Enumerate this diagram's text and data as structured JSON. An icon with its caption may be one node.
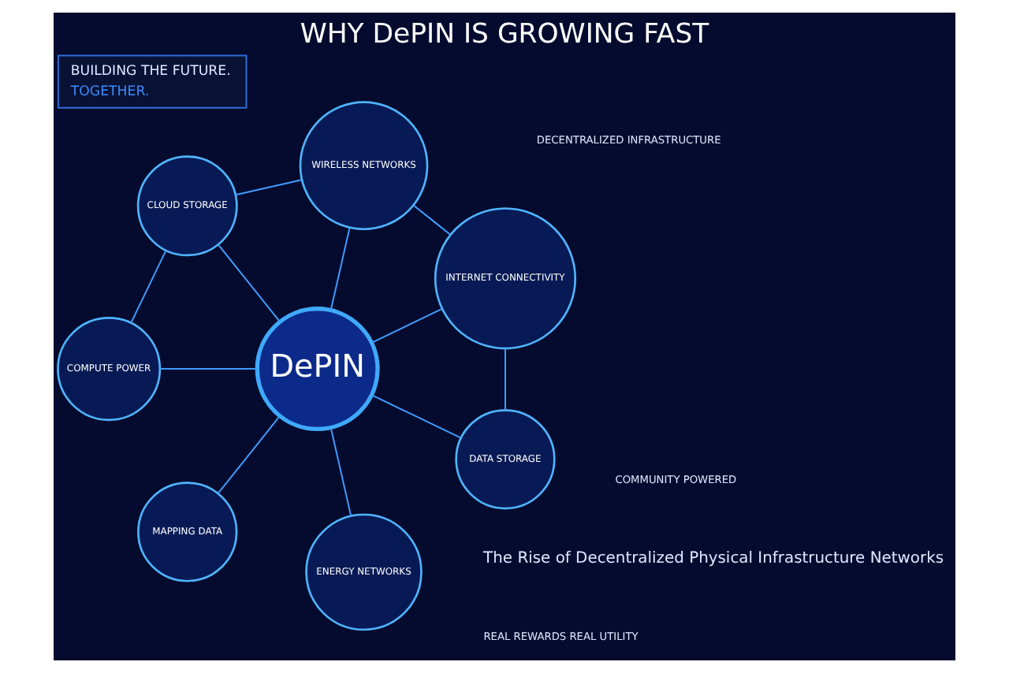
{
  "diagram": {
    "title": "WHY DePIN IS GROWING FAST",
    "nodes": [
      {
        "text": [
          "DePIN"
        ]
      },
      {
        "text": [
          "WIRELESS NETWORKS"
        ]
      },
      {
        "text": [
          "INTERNET CONNECTIVITY"
        ]
      },
      {
        "text": [
          "CLOUD STORAGE"
        ]
      },
      {
        "text": [
          "COMPUTE POWER"
        ]
      },
      {
        "text": [
          "DATA STORAGE"
        ]
      },
      {
        "text": [
          "ENERGY NETWORKS"
        ]
      },
      {
        "text": [
          "MAPPING DATA"
        ]
      },
      {
        "text": [
          "BUILDING THE FUTURE.",
          "TOGETHER."
        ]
      }
    ],
    "edges": [
      {
        "from": 0,
        "to": 2,
        "arrow": "none"
      },
      {
        "from": 0,
        "to": 1,
        "arrow": "none"
      },
      {
        "from": 0,
        "to": 3,
        "arrow": "none"
      },
      {
        "from": 0,
        "to": 4,
        "arrow": "none"
      },
      {
        "from": 0,
        "to": 7,
        "arrow": "none"
      },
      {
        "from": 0,
        "to": 6,
        "arrow": "none"
      },
      {
        "from": 0,
        "to": 5,
        "arrow": "none"
      },
      {
        "from": 2,
        "to": 1,
        "arrow": "none"
      },
      {
        "from": 1,
        "to": 3,
        "arrow": "none"
      },
      {
        "from": 3,
        "to": 4,
        "arrow": "none"
      },
      {
        "from": 2,
        "to": 5,
        "arrow": "none"
      }
    ],
    "labels": [
      "The Rise of Decentralized Physical Infrastructure Networks",
      "COMMUNITY POWERED",
      "DECENTRALIZED INFRASTRUCTURE",
      "REAL REWARDS REAL UTILITY"
    ]
  }
}
